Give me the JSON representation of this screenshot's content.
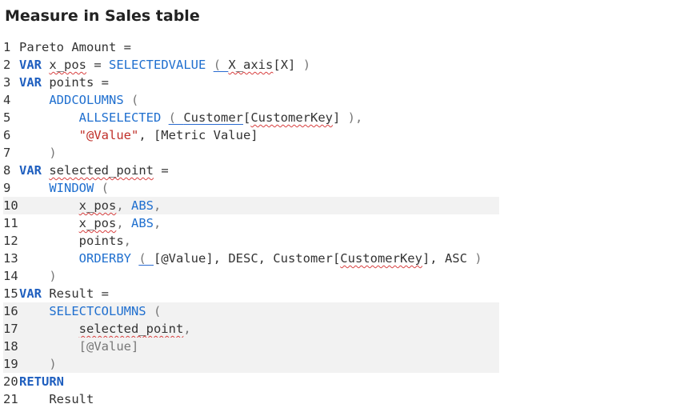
{
  "page": {
    "title": "Measure in Sales table"
  },
  "colors": {
    "keyword": "#1f5fbf",
    "function": "#1f6fcf",
    "string": "#c0302a",
    "text": "#333333",
    "punctuation": "#777777",
    "highlight": "#f2f2f2",
    "squiggle": "#d84040"
  },
  "code": {
    "lines": [
      {
        "number": "1",
        "tokens": [
          {
            "t": "txt",
            "v": "Pareto Amount ="
          }
        ]
      },
      {
        "number": "2",
        "tokens": [
          {
            "t": "kw",
            "v": "VAR"
          },
          {
            "t": "txt",
            "v": " "
          },
          {
            "t": "txt",
            "v": "x_pos",
            "u": "sq"
          },
          {
            "t": "txt",
            "v": " = "
          },
          {
            "t": "fn",
            "v": "SELECTEDVALUE"
          },
          {
            "t": "txt",
            "v": " "
          },
          {
            "t": "pn",
            "v": "( ",
            "u": "bu"
          },
          {
            "t": "txt",
            "v": "X_axis",
            "u": "sq"
          },
          {
            "t": "txt",
            "v": "[X]"
          },
          {
            "t": "txt",
            "v": " "
          },
          {
            "t": "pn",
            "v": ")"
          }
        ]
      },
      {
        "number": "3",
        "tokens": [
          {
            "t": "kw",
            "v": "VAR"
          },
          {
            "t": "txt",
            "v": " points ="
          }
        ]
      },
      {
        "number": "4",
        "tokens": [
          {
            "t": "txt",
            "v": "    "
          },
          {
            "t": "fn",
            "v": "ADDCOLUMNS"
          },
          {
            "t": "txt",
            "v": " "
          },
          {
            "t": "pn",
            "v": "("
          }
        ]
      },
      {
        "number": "5",
        "tokens": [
          {
            "t": "txt",
            "v": "        "
          },
          {
            "t": "fn",
            "v": "ALLSELECTED"
          },
          {
            "t": "txt",
            "v": " "
          },
          {
            "t": "pn",
            "v": "( ",
            "u": "bu"
          },
          {
            "t": "txt",
            "v": "Customer",
            "u": "bu"
          },
          {
            "t": "txt",
            "v": "["
          },
          {
            "t": "txt",
            "v": "CustomerKey",
            "u": "sq"
          },
          {
            "t": "txt",
            "v": "]"
          },
          {
            "t": "txt",
            "v": " "
          },
          {
            "t": "pn",
            "v": "),"
          }
        ]
      },
      {
        "number": "6",
        "tokens": [
          {
            "t": "txt",
            "v": "        "
          },
          {
            "t": "str",
            "v": "\"@Value\""
          },
          {
            "t": "txt",
            "v": ", [Metric Value]"
          }
        ]
      },
      {
        "number": "7",
        "tokens": [
          {
            "t": "txt",
            "v": "    "
          },
          {
            "t": "pn",
            "v": ")"
          }
        ]
      },
      {
        "number": "8",
        "tokens": [
          {
            "t": "kw",
            "v": "VAR"
          },
          {
            "t": "txt",
            "v": " "
          },
          {
            "t": "txt",
            "v": "selected_point",
            "u": "sq"
          },
          {
            "t": "txt",
            "v": " ="
          }
        ]
      },
      {
        "number": "9",
        "tokens": [
          {
            "t": "txt",
            "v": "    "
          },
          {
            "t": "fn",
            "v": "WINDOW"
          },
          {
            "t": "txt",
            "v": " "
          },
          {
            "t": "pn",
            "v": "("
          }
        ]
      },
      {
        "number": "10",
        "highlight": true,
        "tokens": [
          {
            "t": "txt",
            "v": "        "
          },
          {
            "t": "txt",
            "v": "x_pos",
            "u": "sq"
          },
          {
            "t": "pn",
            "v": ", "
          },
          {
            "t": "fn",
            "v": "ABS"
          },
          {
            "t": "pn",
            "v": ","
          }
        ]
      },
      {
        "number": "11",
        "tokens": [
          {
            "t": "txt",
            "v": "        "
          },
          {
            "t": "txt",
            "v": "x_pos",
            "u": "sq"
          },
          {
            "t": "pn",
            "v": ", "
          },
          {
            "t": "fn",
            "v": "ABS"
          },
          {
            "t": "pn",
            "v": ","
          }
        ]
      },
      {
        "number": "12",
        "tokens": [
          {
            "t": "txt",
            "v": "        "
          },
          {
            "t": "txt",
            "v": "points"
          },
          {
            "t": "pn",
            "v": ","
          }
        ]
      },
      {
        "number": "13",
        "tokens": [
          {
            "t": "txt",
            "v": "        "
          },
          {
            "t": "fn",
            "v": "ORDERBY"
          },
          {
            "t": "txt",
            "v": " "
          },
          {
            "t": "pn",
            "v": "( ",
            "u": "bu"
          },
          {
            "t": "txt",
            "v": "[@Value]"
          },
          {
            "t": "txt",
            "v": ", DESC, Customer["
          },
          {
            "t": "txt",
            "v": "CustomerKey",
            "u": "sq"
          },
          {
            "t": "txt",
            "v": "], ASC "
          },
          {
            "t": "pn",
            "v": ")"
          }
        ]
      },
      {
        "number": "14",
        "tokens": [
          {
            "t": "txt",
            "v": "    "
          },
          {
            "t": "pn",
            "v": ")"
          }
        ]
      },
      {
        "number": "15",
        "tokens": [
          {
            "t": "kw",
            "v": "VAR"
          },
          {
            "t": "txt",
            "v": " Result ="
          }
        ]
      },
      {
        "number": "16",
        "highlight": true,
        "tokens": [
          {
            "t": "txt",
            "v": "    "
          },
          {
            "t": "fn",
            "v": "SELECTCOLUMNS"
          },
          {
            "t": "txt",
            "v": " "
          },
          {
            "t": "pn",
            "v": "("
          }
        ]
      },
      {
        "number": "17",
        "highlight": true,
        "tokens": [
          {
            "t": "txt",
            "v": "        "
          },
          {
            "t": "txt",
            "v": "selected_point",
            "u": "sq"
          },
          {
            "t": "pn",
            "v": ","
          }
        ]
      },
      {
        "number": "18",
        "highlight": true,
        "tokens": [
          {
            "t": "txt",
            "v": "        "
          },
          {
            "t": "pn",
            "v": "[@Value]"
          }
        ]
      },
      {
        "number": "19",
        "highlight": true,
        "tokens": [
          {
            "t": "txt",
            "v": "    "
          },
          {
            "t": "pn",
            "v": ")"
          }
        ]
      },
      {
        "number": "20",
        "tokens": [
          {
            "t": "kw",
            "v": "RETURN"
          }
        ]
      },
      {
        "number": "21",
        "tokens": [
          {
            "t": "txt",
            "v": "    Result"
          }
        ]
      }
    ]
  }
}
